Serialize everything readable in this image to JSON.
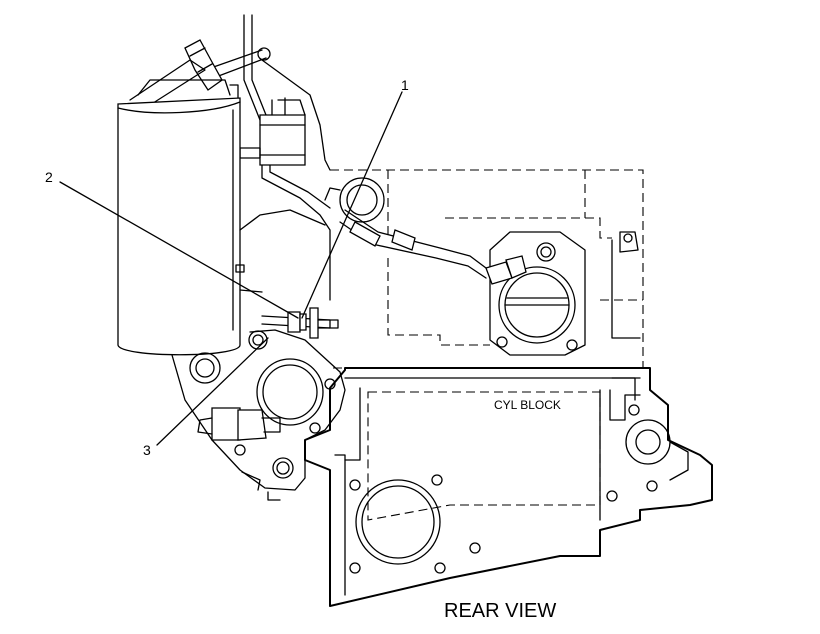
{
  "callouts": [
    {
      "number": "1"
    },
    {
      "number": "2"
    },
    {
      "number": "3"
    }
  ],
  "labels": {
    "block": "CYL BLOCK",
    "view": "REAR VIEW"
  }
}
